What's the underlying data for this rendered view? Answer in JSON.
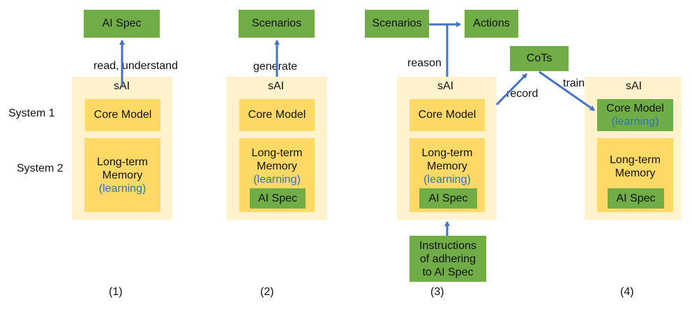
{
  "row_labels": {
    "system1": "System 1",
    "system2": "System 2"
  },
  "sai_label": "sAI",
  "core_model": "Core Model",
  "long_term": "Long-term",
  "memory": "Memory",
  "learning": "(learning)",
  "ai_spec": "AI Spec",
  "panel1": {
    "top": "AI Spec",
    "arrow_label": "read, understand",
    "caption": "(1)"
  },
  "panel2": {
    "top": "Scenarios",
    "arrow_label": "generate",
    "caption": "(2)"
  },
  "panel3": {
    "scenarios": "Scenarios",
    "actions": "Actions",
    "reason": "reason",
    "record": "record",
    "instructions": [
      "Instructions",
      "of adhering",
      "to AI Spec"
    ],
    "caption": "(3)"
  },
  "cots": "CoTs",
  "train": "train",
  "panel4": {
    "caption": "(4)"
  },
  "colors": {
    "panel_bg": "#fff2cc",
    "module": "#ffd966",
    "green": "#70ad47",
    "arrow": "#4472c4",
    "learning": "#2e75b6"
  }
}
